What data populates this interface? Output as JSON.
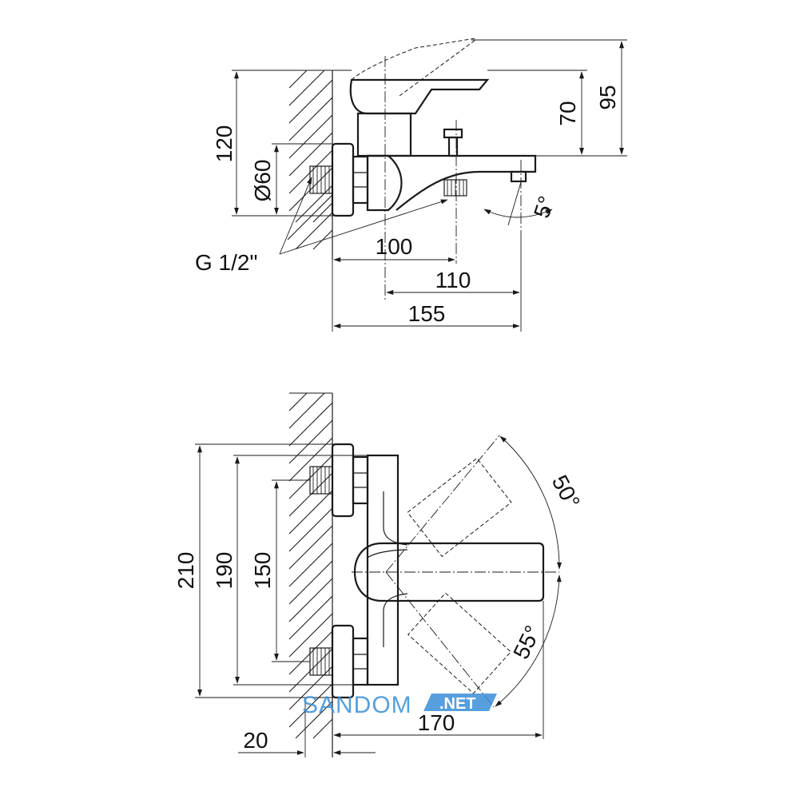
{
  "top_view": {
    "dim_120": "120",
    "dim_diameter": "Ø60",
    "thread_label": "G 1/2\"",
    "dim_100": "100",
    "dim_110": "110",
    "dim_155": "155",
    "dim_70": "70",
    "dim_95": "95",
    "angle_spout": "5°"
  },
  "front_view": {
    "dim_210": "210",
    "dim_190": "190",
    "dim_150": "150",
    "dim_20": "20",
    "dim_170": "170",
    "angle_up": "50°",
    "angle_down": "55°"
  },
  "watermark": {
    "brand": "SANDOM",
    "tld": ".NET",
    "color": "#3a8fd6"
  }
}
